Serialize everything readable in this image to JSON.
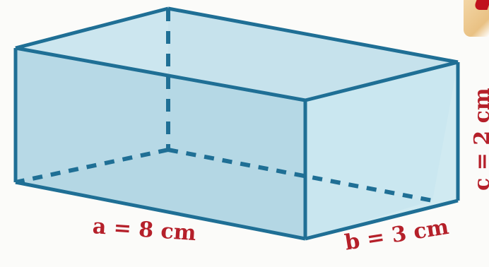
{
  "figure": {
    "type": "rectangular-prism",
    "colors": {
      "face_fill": "#bfe0ec",
      "front_fill": "#a9d2e2",
      "side_fill": "#c8e6f0",
      "edge": "#1f6f95",
      "label": "#b5202a"
    },
    "dimensions": [
      {
        "name": "a",
        "value": 8,
        "unit": "cm",
        "text": "a = 8 cm"
      },
      {
        "name": "b",
        "value": 3,
        "unit": "cm",
        "text": "b = 3 cm"
      },
      {
        "name": "c",
        "value": 2,
        "unit": "cm",
        "text": "c = 2 cm"
      }
    ]
  }
}
